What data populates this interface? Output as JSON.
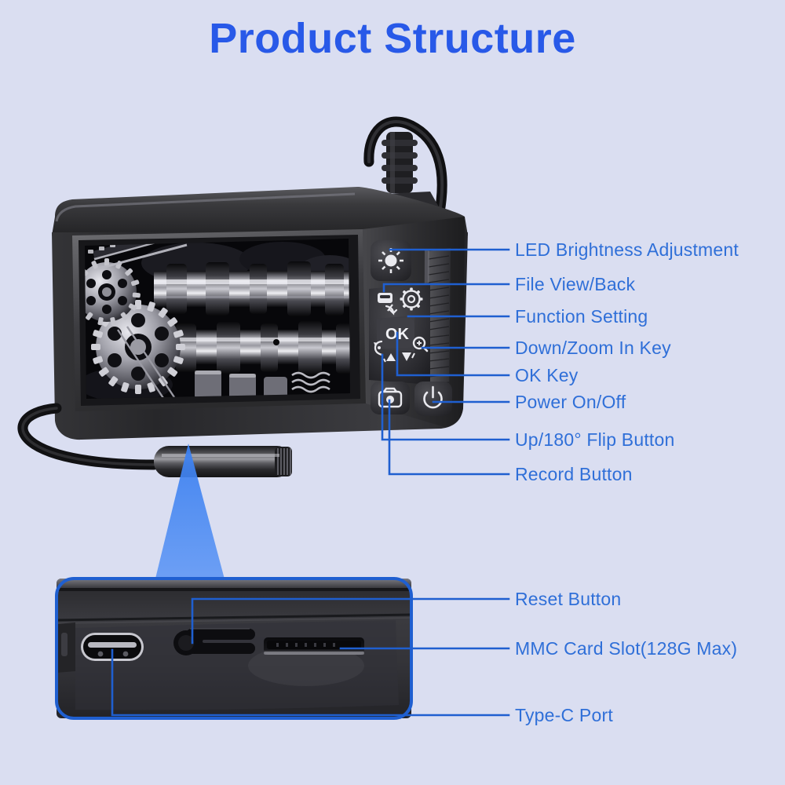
{
  "page": {
    "title": "Product Structure",
    "background_color": "#dadef1",
    "accent_color": "#2859e8",
    "label_color": "#2f6fd8",
    "leader_line_color": "#1f5fd0"
  },
  "device": {
    "name": "handheld-endoscope-inspection-camera",
    "body_color": "#2b2b2d",
    "screen": {
      "name": "lcd-screen",
      "content_description": "engine camshaft and timing chain close-up"
    },
    "probe": {
      "name": "camera-probe",
      "description": "black flexible cable with metal camera head"
    }
  },
  "callouts_top": [
    {
      "id": "led-brightness",
      "label": "LED Brightness Adjustment",
      "icon": "brightness-sun-icon"
    },
    {
      "id": "file-view-back",
      "label": "File View/Back",
      "icon": "file-back-icon"
    },
    {
      "id": "function-setting",
      "label": "Function Setting",
      "icon": "gear-icon"
    },
    {
      "id": "down-zoom-in",
      "label": "Down/Zoom In Key",
      "icon": "down-zoom-icon"
    },
    {
      "id": "ok-key",
      "label": "OK Key",
      "icon": "ok-icon"
    },
    {
      "id": "power-on-off",
      "label": "Power On/Off",
      "icon": "power-icon"
    },
    {
      "id": "up-flip",
      "label": "Up/180° Flip Button",
      "icon": "up-flip-icon"
    },
    {
      "id": "record",
      "label": "Record Button",
      "icon": "camera-record-icon"
    }
  ],
  "callouts_bottom": [
    {
      "id": "reset-button",
      "label": "Reset Button",
      "icon": "reset-hole-icon"
    },
    {
      "id": "mmc-card-slot",
      "label": "MMC Card Slot(128G Max)",
      "icon": "card-slot-icon"
    },
    {
      "id": "type-c-port",
      "label": "Type-C Port",
      "icon": "usb-c-icon"
    }
  ],
  "button_glyphs": {
    "ok": "OK"
  }
}
